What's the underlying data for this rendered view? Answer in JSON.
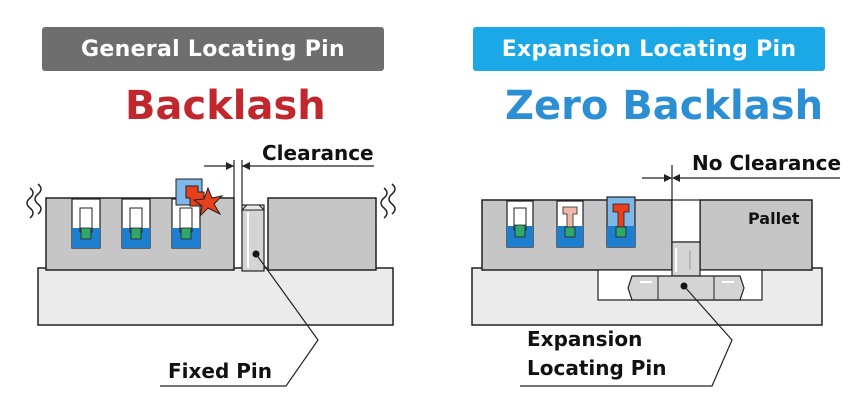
{
  "left_panel": {
    "badge": "General Locating Pin",
    "heading": "Backlash",
    "clearance_label": "Clearance",
    "pin_label": "Fixed Pin"
  },
  "right_panel": {
    "badge": "Expansion Locating Pin",
    "heading": "Zero Backlash",
    "clearance_label": "No Clearance",
    "pallet_label": "Pallet",
    "pin_label_line1": "Expansion",
    "pin_label_line2": "Locating Pin"
  },
  "colors": {
    "badge_left": "#6e6e6e",
    "badge_right": "#1ba8e6",
    "heading_left": "#c0282d",
    "heading_right": "#2c8fd4",
    "pallet_fill": "#c6c6c6",
    "base_fill": "#ebebeb",
    "clamp_blue": "#1e7fd0",
    "clamp_green": "#2fa66a",
    "clamp_red": "#e8401c",
    "clamp_pink": "#f0b8a6"
  }
}
